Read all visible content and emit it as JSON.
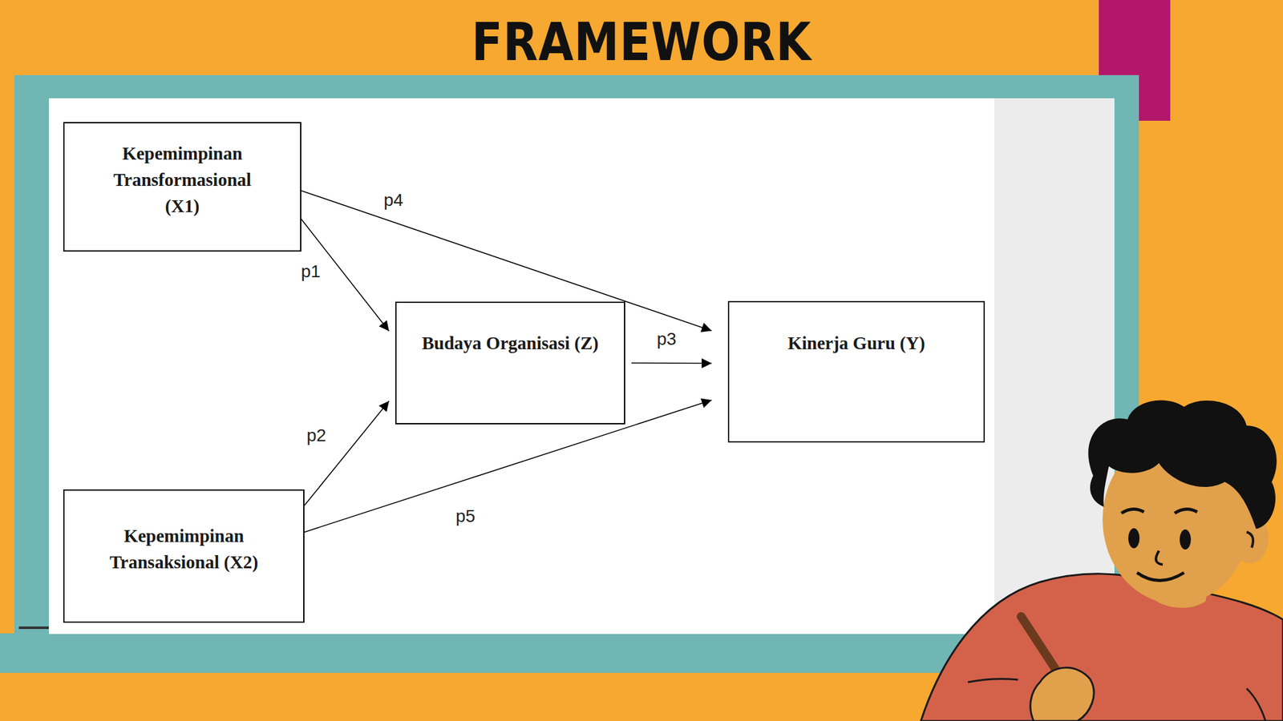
{
  "diagram": {
    "title": "FRAMEWORK",
    "nodes": [
      {
        "text": [
          "Kepemimpinan Transformasional (X1)"
        ]
      },
      {
        "text": [
          "Budaya Organisasi (Z)"
        ]
      },
      {
        "text": [
          "Kinerja Guru (Y)"
        ]
      },
      {
        "text": [
          "Kepemimpinan Transaksional (X2)"
        ]
      }
    ],
    "edges": [
      {
        "from": 0,
        "to": 1,
        "arrow": "to",
        "label": "p1"
      },
      {
        "from": 3,
        "to": 1,
        "arrow": "to",
        "label": "p2"
      },
      {
        "from": 1,
        "to": 2,
        "arrow": "to",
        "label": "p3"
      },
      {
        "from": 0,
        "to": 2,
        "arrow": "to",
        "label": "p4"
      },
      {
        "from": 3,
        "to": 2,
        "arrow": "to",
        "label": "p5"
      }
    ]
  }
}
